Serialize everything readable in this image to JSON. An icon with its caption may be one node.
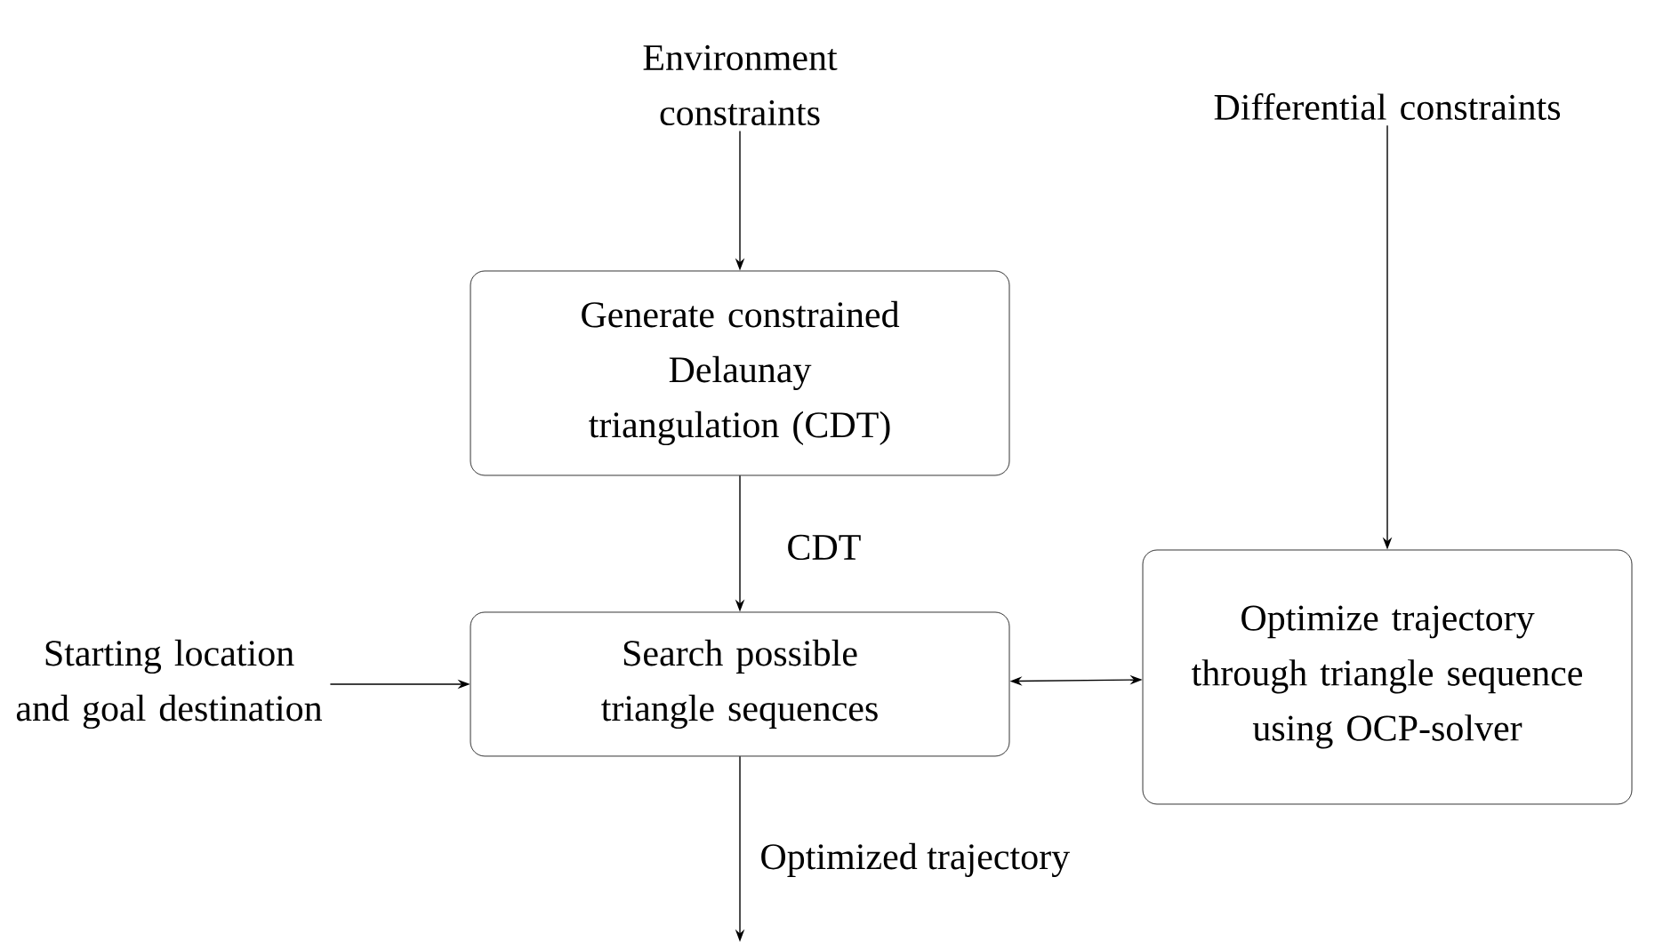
{
  "diagram": {
    "nodes": [
      {
        "text": [
          "Environment constraints"
        ]
      },
      {
        "text": [
          "Generate constrained Delaunay triangulation (CDT)"
        ]
      },
      {
        "text": [
          "Differential constraints"
        ]
      },
      {
        "text": [
          "Starting location and goal destination"
        ]
      },
      {
        "text": [
          "Search possible triangle sequences"
        ]
      },
      {
        "text": [
          "Optimize trajectory through triangle sequence using OCP-solver"
        ]
      }
    ],
    "edges": [
      {
        "from": 0,
        "to": 1,
        "arrow": "to"
      },
      {
        "from": 1,
        "to": 4,
        "arrow": "to",
        "label": "CDT"
      },
      {
        "from": 2,
        "to": 5,
        "arrow": "to"
      },
      {
        "from": 3,
        "to": 4,
        "arrow": "to"
      },
      {
        "from": 4,
        "to": 5,
        "arrow": "both"
      },
      {
        "from": 4,
        "to": null,
        "arrow": "to",
        "label": "Optimized trajectory"
      }
    ]
  }
}
